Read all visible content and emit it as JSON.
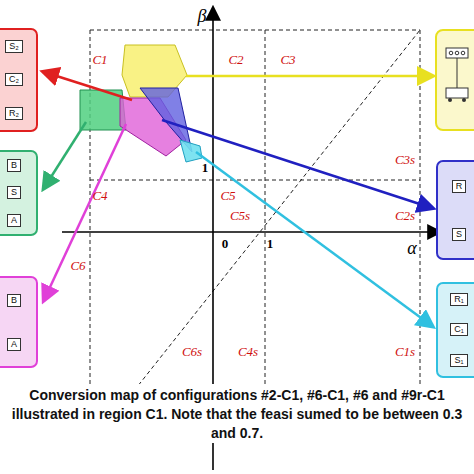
{
  "diagram": {
    "caption": "Conversion map of configurations #2-C1, #6-C1, #6 and #9r-C1 illustrated in region C1. Note that the feasi sumed to be between 0.3 and 0.7.",
    "nodes": [
      {
        "text": [
          "S₂",
          "C₂",
          "R₂"
        ]
      },
      {
        "text": [
          "B",
          "S",
          "A"
        ]
      },
      {
        "text": [
          "B",
          "A"
        ]
      },
      {
        "text": [
          "R",
          "S"
        ]
      },
      {
        "text": [
          "R₁",
          "C₁",
          "S₁"
        ]
      }
    ],
    "labels": [
      "β",
      "α",
      "C1",
      "C2",
      "C3",
      "C3s",
      "C4",
      "C5",
      "C5s",
      "C2s",
      "C6",
      "C6s",
      "C4s",
      "C1s",
      "0",
      "1",
      "1"
    ]
  }
}
